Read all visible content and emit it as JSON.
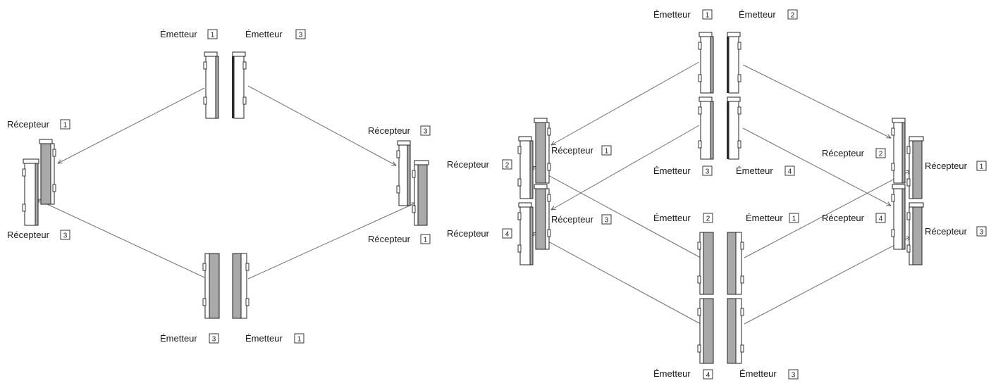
{
  "left_diagram": {
    "labels": {
      "tx_top_a": {
        "text": "Émetteur",
        "num": "1"
      },
      "tx_top_b": {
        "text": "Émetteur",
        "num": "3"
      },
      "rx_left_top": {
        "text": "Récepteur",
        "num": "1"
      },
      "rx_left_bottom": {
        "text": "Récepteur",
        "num": "3"
      },
      "rx_right_top": {
        "text": "Récepteur",
        "num": "3"
      },
      "rx_right_bottom": {
        "text": "Récepteur",
        "num": "1"
      },
      "tx_bottom_a": {
        "text": "Émetteur",
        "num": "3"
      },
      "tx_bottom_b": {
        "text": "Émetteur",
        "num": "1"
      }
    }
  },
  "right_diagram": {
    "labels": {
      "tx_top1_a": {
        "text": "Émetteur",
        "num": "1"
      },
      "tx_top1_b": {
        "text": "Émetteur",
        "num": "2"
      },
      "tx_top2_a": {
        "text": "Émetteur",
        "num": "3"
      },
      "tx_top2_b": {
        "text": "Émetteur",
        "num": "4"
      },
      "rx_l_inner_1": {
        "text": "Récepteur",
        "num": "1"
      },
      "rx_l_outer_2": {
        "text": "Récepteur",
        "num": "2"
      },
      "rx_l_inner_3": {
        "text": "Récepteur",
        "num": "3"
      },
      "rx_l_outer_4": {
        "text": "Récepteur",
        "num": "4"
      },
      "tx_mid_a": {
        "text": "Émetteur",
        "num": "2"
      },
      "tx_mid_b": {
        "text": "Émetteur",
        "num": "1"
      },
      "rx_r_2": {
        "text": "Récepteur",
        "num": "2"
      },
      "rx_r_1": {
        "text": "Récepteur",
        "num": "1"
      },
      "rx_r_4": {
        "text": "Récepteur",
        "num": "4"
      },
      "rx_r_3": {
        "text": "Récepteur",
        "num": "3"
      },
      "tx_bot_a": {
        "text": "Émetteur",
        "num": "4"
      },
      "tx_bot_b": {
        "text": "Émetteur",
        "num": "3"
      }
    }
  },
  "colors": {
    "post_shade": "#a9a9a9",
    "beam": "#6f6f6f",
    "ink": "#222222"
  }
}
